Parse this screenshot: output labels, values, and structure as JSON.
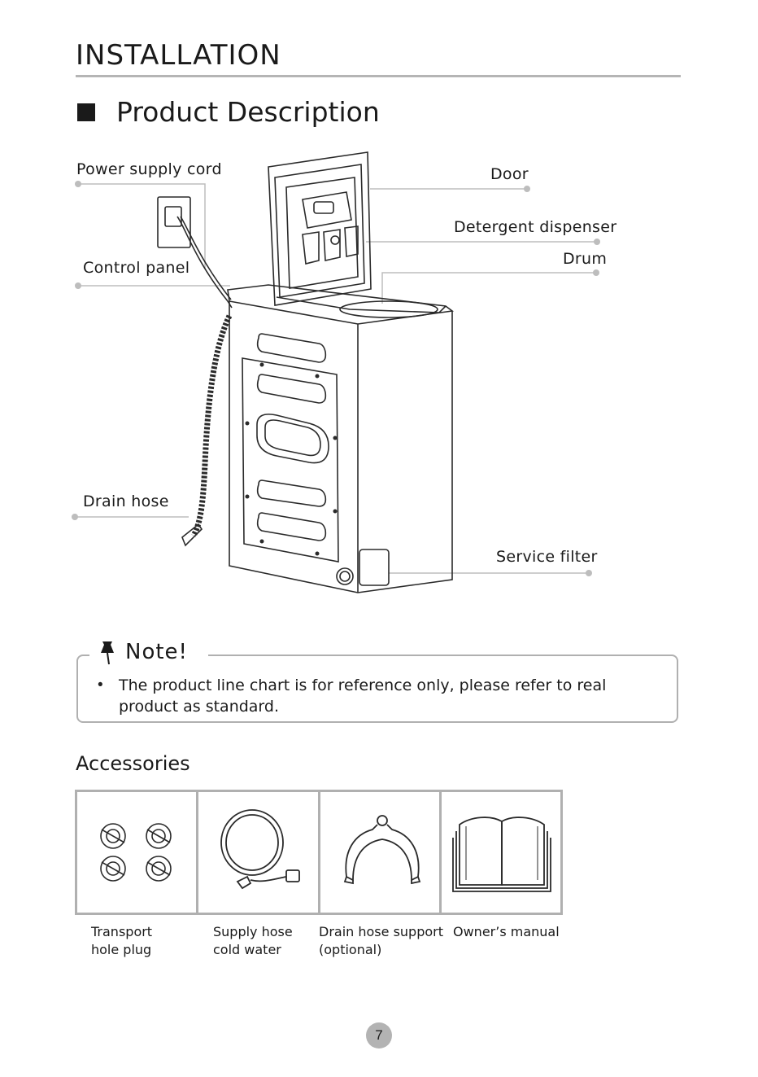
{
  "header": {
    "section_title": "INSTALLATION",
    "subsection_title": "Product Description"
  },
  "diagram": {
    "labels": {
      "power_supply_cord": "Power supply cord",
      "control_panel": "Control panel",
      "drain_hose": "Drain hose",
      "door": "Door",
      "detergent_dispenser": "Detergent dispenser",
      "drum": "Drum",
      "service_filter": "Service filter"
    },
    "line_color": "#bdbdbd",
    "drawing_color": "#2a2a2a"
  },
  "note": {
    "title": "Note!",
    "bullet": "•",
    "text": "The product line chart is for reference only, please refer to real product as standard.",
    "icon": "pushpin-icon"
  },
  "accessories": {
    "title": "Accessories",
    "items": [
      {
        "caption_line1": "Transport",
        "caption_line2": "hole plug",
        "icon": "hole-plug-icon"
      },
      {
        "caption_line1": "Supply hose",
        "caption_line2": "cold water",
        "icon": "supply-hose-icon"
      },
      {
        "caption_line1": "Drain hose support",
        "caption_line2": "(optional)",
        "icon": "drain-hose-support-icon"
      },
      {
        "caption_line1": "Owner’s manual",
        "caption_line2": "",
        "icon": "manual-book-icon"
      }
    ]
  },
  "footer": {
    "page_number": "7"
  }
}
